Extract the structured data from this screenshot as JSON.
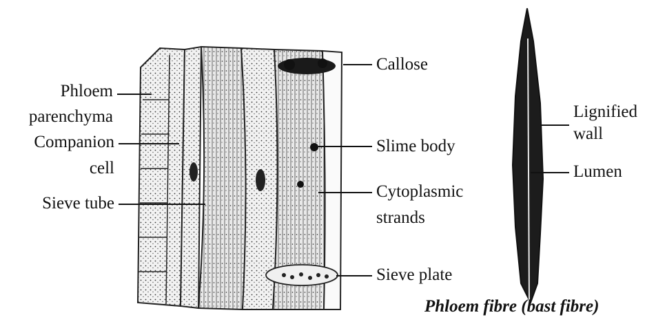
{
  "labels": {
    "phloem_parenchyma_1": "Phloem",
    "phloem_parenchyma_2": "parenchyma",
    "companion_cell_1": "Companion",
    "companion_cell_2": "cell",
    "sieve_tube": "Sieve tube",
    "callose": "Callose",
    "slime_body": "Slime body",
    "cytoplasmic_strands_1": "Cytoplasmic",
    "cytoplasmic_strands_2": "strands",
    "sieve_plate": "Sieve plate",
    "lignified_wall_1": "Lignified",
    "lignified_wall_2": "wall",
    "lumen": "Lumen"
  },
  "caption": "Phloem fibre (bast fibre)"
}
